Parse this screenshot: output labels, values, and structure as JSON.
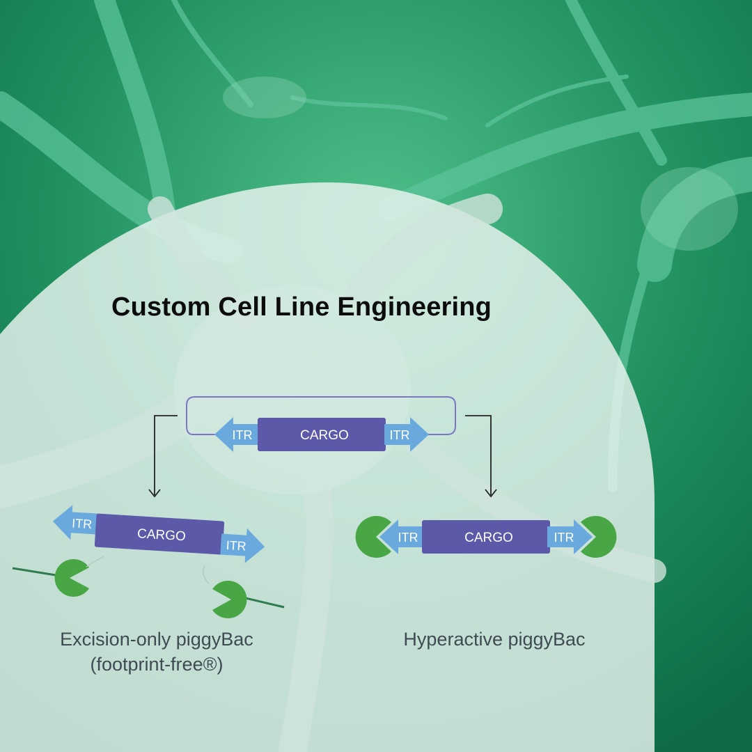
{
  "title": "Custom Cell Line Engineering",
  "labels": {
    "itr": "ITR",
    "cargo": "CARGO"
  },
  "captions": {
    "left_line1": "Excision-only piggyBac",
    "left_line2": "(footprint-free®)",
    "right": "Hyperactive piggyBac"
  },
  "colors": {
    "background": "#1f8a5c",
    "panel": "#e6f2ee",
    "cargo": "#5b59a8",
    "itr": "#6aa9de",
    "enzyme": "#48a645",
    "bracket": "#7a76c4"
  }
}
